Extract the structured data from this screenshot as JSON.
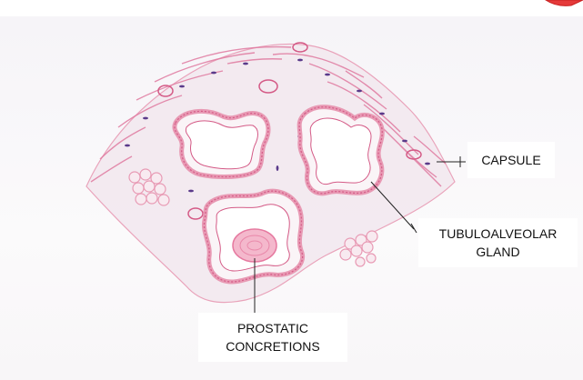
{
  "labels": {
    "capsule": {
      "line1": "CAPSULE"
    },
    "gland": {
      "line1": "TUBULOALVEOLAR",
      "line2": "GLAND"
    },
    "concretions": {
      "line1": "PROSTATIC",
      "line2": "CONCRETIONS"
    }
  },
  "colors": {
    "stroma": "#e89ab4",
    "epithelium": "#d45a86",
    "nuclei": "#5a3a8a",
    "concretion": "#e67aa0",
    "pointer": "#222222"
  }
}
